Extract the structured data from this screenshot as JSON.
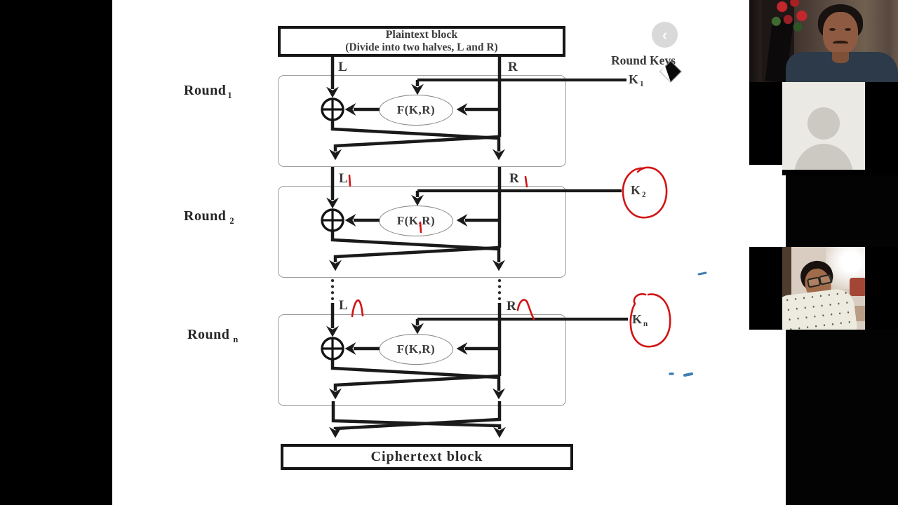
{
  "meeting": {
    "back_button": {
      "glyph": "‹"
    },
    "participants": [
      {
        "type": "webcam-video",
        "desc": "instructor camera feed"
      },
      {
        "type": "avatar-placeholder",
        "desc": "participant with camera off (default avatar)"
      },
      {
        "type": "camera-off",
        "desc": "black video tile"
      },
      {
        "type": "profile-photo",
        "desc": "participant profile photo"
      },
      {
        "type": "camera-off",
        "desc": "black video tile"
      }
    ]
  },
  "diagram": {
    "title_box": {
      "line1": "Plaintext block",
      "line2": "(Divide into two halves, L and R)"
    },
    "output_box": {
      "label": "Ciphertext block"
    },
    "round_keys_heading": "Round Keys",
    "labels": {
      "L": "L",
      "R": "R"
    },
    "rounds": [
      {
        "name": "Round",
        "sub": "1",
        "key": "K",
        "key_sub": "1",
        "f": "F(K,R)"
      },
      {
        "name": "Round",
        "sub": "2",
        "key": "K",
        "key_sub": "2",
        "f": "F(K,R)"
      },
      {
        "name": "Round",
        "sub": "n",
        "key": "K",
        "key_sub": "n",
        "f": "F(K,R)"
      }
    ],
    "annotations": {
      "pen_color": "#d21414",
      "secondary_pen_color": "#3f7fb5",
      "items": [
        {
          "text": "1",
          "meaning": "handwritten subscript after L between round 1 and round 2"
        },
        {
          "text": "1",
          "meaning": "handwritten subscript after R between round 1 and round 2"
        },
        {
          "text": "1",
          "meaning": "handwritten subscript after K inside F(K,R) of round 2"
        },
        {
          "text": "n",
          "meaning": "handwritten subscript after L above round n"
        },
        {
          "text": "n",
          "meaning": "handwritten subscript after R above round n"
        },
        {
          "text": "O",
          "meaning": "red circle drawn around K2"
        },
        {
          "text": "O",
          "meaning": "red circle drawn around Kn"
        },
        {
          "text": "-",
          "meaning": "small blue pen dashes right of diagram"
        }
      ]
    }
  }
}
